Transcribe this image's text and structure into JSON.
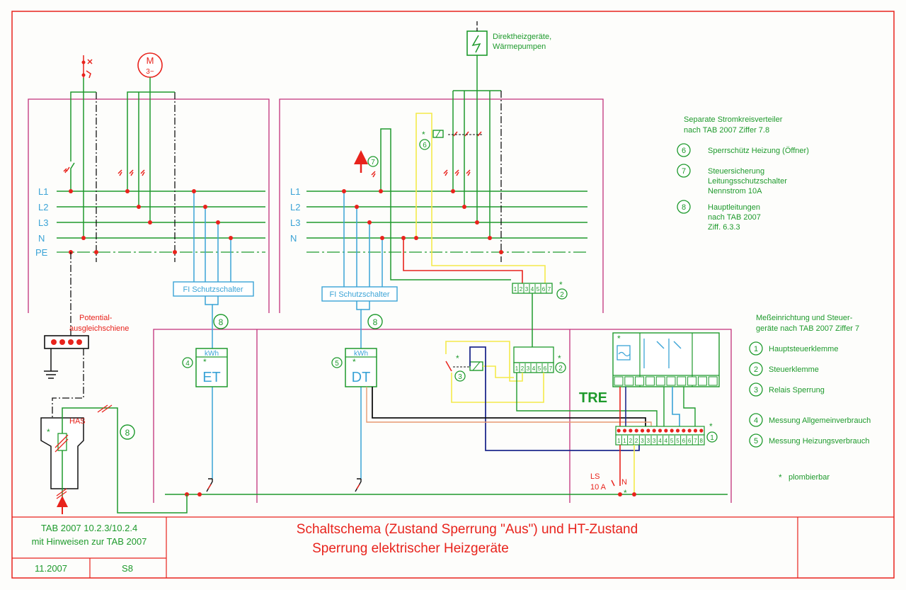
{
  "colors": {
    "green": "#1e9a2c",
    "red": "#e8231c",
    "blue": "#3aa3d6",
    "yellow": "#f4ea4a",
    "magenta": "#c2307a",
    "navy": "#1f2a8c",
    "black": "#111111",
    "orange": "#e89a72"
  },
  "icons": [
    "motor-icon",
    "heater-icon",
    "fuse-icon",
    "switch-icon",
    "ground-icon",
    "relay-icon",
    "meter-icon"
  ],
  "left_bus": {
    "l1": "L1",
    "l2": "L2",
    "l3": "L3",
    "n": "N",
    "pe": "PE"
  },
  "right_bus": {
    "l1": "L1",
    "l2": "L2",
    "l3": "L3",
    "n": "N"
  },
  "motor": {
    "symbol": "M",
    "phase": "3~"
  },
  "heater": {
    "line1": "Direktheizgeräte,",
    "line2": "Wärmepumpen"
  },
  "fi_left": "FI Schutzschalter",
  "fi_right": "FI Schutzschalter",
  "meters": {
    "et": {
      "unit": "kWh",
      "star": "*",
      "label": "ET",
      "num": "4"
    },
    "dt": {
      "unit": "kWh",
      "star": "*",
      "label": "DT",
      "num": "5"
    }
  },
  "potential": {
    "line1": "Potential-",
    "line2": "ausgleichschiene"
  },
  "has": "HAS",
  "tre": "TRE",
  "ls": {
    "line1": "LS",
    "line2": "10 A",
    "n": "N"
  },
  "circle_8": "8",
  "circle_7": "7",
  "circle_6": "6",
  "circle_3": "3",
  "circle_2": "2",
  "circle_1": "1",
  "star": "*",
  "terminal_7": [
    "1",
    "2",
    "3",
    "4",
    "5",
    "6",
    "7"
  ],
  "terminal_main": [
    "1",
    "1",
    "2",
    "2",
    "3",
    "3",
    "3",
    "4",
    "4",
    "5",
    "5",
    "6",
    "6",
    "7",
    "8"
  ],
  "legend_top": {
    "title1": "Separate Stromkreisverteiler",
    "title2": "nach TAB 2007 Ziffer 7.8",
    "items": [
      {
        "num": "6",
        "lines": [
          "Sperrschütz Heizung (Öffner)"
        ]
      },
      {
        "num": "7",
        "lines": [
          "Steuersicherung",
          "Leitungsschutzschalter",
          "Nennstrom 10A"
        ]
      },
      {
        "num": "8",
        "lines": [
          "Hauptleitungen",
          "nach TAB 2007",
          "Ziff. 6.3.3"
        ]
      }
    ]
  },
  "legend_bottom": {
    "title1": "Meßeinrichtung und Steuer-",
    "title2": "geräte nach TAB 2007 Ziffer 7",
    "items": [
      {
        "num": "1",
        "text": "Hauptsteuerklemme"
      },
      {
        "num": "2",
        "text": "Steuerklemme"
      },
      {
        "num": "3",
        "text": "Relais Sperrung"
      },
      {
        "num": "4",
        "text": "Messung Allgemeinverbrauch"
      },
      {
        "num": "5",
        "text": "Messung Heizungsverbrauch"
      }
    ],
    "note": "plombierbar"
  },
  "title_block": {
    "ref1": "TAB 2007  10.2.3/10.2.4",
    "ref2": "mit Hinweisen zur TAB 2007",
    "title1": "Schaltschema (Zustand Sperrung \"Aus\") und HT-Zustand",
    "title2": "Sperrung elektrischer Heizgeräte",
    "date": "11.2007",
    "sheet": "S8"
  }
}
